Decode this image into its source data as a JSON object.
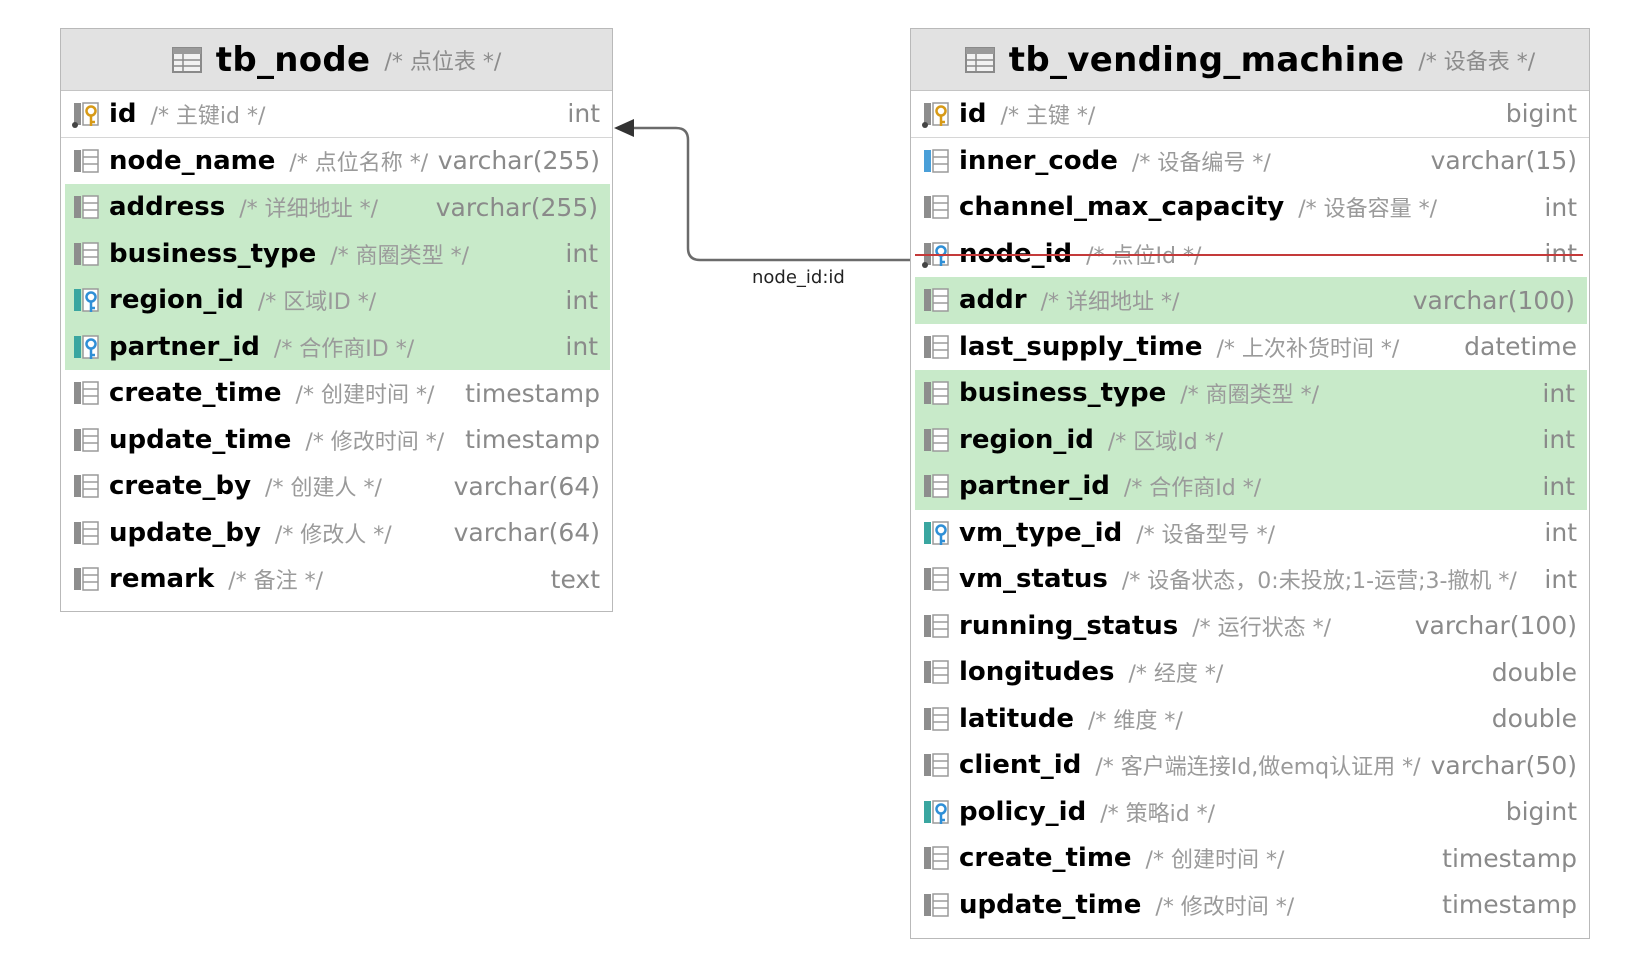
{
  "tables": [
    {
      "name": "tb_node",
      "comment": "/* 点位表 */",
      "columns": [
        {
          "name": "id",
          "comment": "/* 主键id */",
          "type": "int",
          "icon": "primary-key-icon",
          "highlight": false,
          "separator": true,
          "struck": false
        },
        {
          "name": "node_name",
          "comment": "/* 点位名称 */",
          "type": "varchar(255)",
          "icon": "column-icon",
          "highlight": false,
          "separator": false,
          "struck": false
        },
        {
          "name": "address",
          "comment": "/* 详细地址 */",
          "type": "varchar(255)",
          "icon": "column-icon",
          "highlight": true,
          "separator": false,
          "struck": false
        },
        {
          "name": "business_type",
          "comment": "/* 商圈类型 */",
          "type": "int",
          "icon": "column-icon",
          "highlight": true,
          "separator": false,
          "struck": false
        },
        {
          "name": "region_id",
          "comment": "/* 区域ID */",
          "type": "int",
          "icon": "index-column-icon",
          "highlight": true,
          "separator": false,
          "struck": false
        },
        {
          "name": "partner_id",
          "comment": "/* 合作商ID */",
          "type": "int",
          "icon": "index-column-icon",
          "highlight": true,
          "separator": false,
          "struck": false
        },
        {
          "name": "create_time",
          "comment": "/* 创建时间 */",
          "type": "timestamp",
          "icon": "column-icon",
          "highlight": false,
          "separator": false,
          "struck": false
        },
        {
          "name": "update_time",
          "comment": "/* 修改时间 */",
          "type": "timestamp",
          "icon": "column-icon",
          "highlight": false,
          "separator": false,
          "struck": false
        },
        {
          "name": "create_by",
          "comment": "/* 创建人 */",
          "type": "varchar(64)",
          "icon": "column-icon",
          "highlight": false,
          "separator": false,
          "struck": false
        },
        {
          "name": "update_by",
          "comment": "/* 修改人 */",
          "type": "varchar(64)",
          "icon": "column-icon",
          "highlight": false,
          "separator": false,
          "struck": false
        },
        {
          "name": "remark",
          "comment": "/* 备注 */",
          "type": "text",
          "icon": "column-icon",
          "highlight": false,
          "separator": false,
          "struck": false
        }
      ]
    },
    {
      "name": "tb_vending_machine",
      "comment": "/* 设备表 */",
      "columns": [
        {
          "name": "id",
          "comment": "/* 主键 */",
          "type": "bigint",
          "icon": "primary-key-icon",
          "highlight": false,
          "separator": true,
          "struck": false
        },
        {
          "name": "inner_code",
          "comment": "/* 设备编号 */",
          "type": "varchar(15)",
          "icon": "unique-column-icon",
          "highlight": false,
          "separator": false,
          "struck": false
        },
        {
          "name": "channel_max_capacity",
          "comment": "/* 设备容量 */",
          "type": "int",
          "icon": "column-icon",
          "highlight": false,
          "separator": false,
          "struck": false
        },
        {
          "name": "node_id",
          "comment": "/* 点位Id */",
          "type": "int",
          "icon": "foreign-key-icon",
          "highlight": false,
          "separator": false,
          "struck": true
        },
        {
          "name": "addr",
          "comment": "/* 详细地址 */",
          "type": "varchar(100)",
          "icon": "column-icon",
          "highlight": true,
          "separator": false,
          "struck": false
        },
        {
          "name": "last_supply_time",
          "comment": "/* 上次补货时间 */",
          "type": "datetime",
          "icon": "column-icon",
          "highlight": false,
          "separator": false,
          "struck": false
        },
        {
          "name": "business_type",
          "comment": "/* 商圈类型 */",
          "type": "int",
          "icon": "column-icon",
          "highlight": true,
          "separator": false,
          "struck": false
        },
        {
          "name": "region_id",
          "comment": "/* 区域Id */",
          "type": "int",
          "icon": "column-icon",
          "highlight": true,
          "separator": false,
          "struck": false
        },
        {
          "name": "partner_id",
          "comment": "/* 合作商Id */",
          "type": "int",
          "icon": "column-icon",
          "highlight": true,
          "separator": false,
          "struck": false
        },
        {
          "name": "vm_type_id",
          "comment": "/* 设备型号 */",
          "type": "int",
          "icon": "index-column-icon",
          "highlight": false,
          "separator": false,
          "struck": false
        },
        {
          "name": "vm_status",
          "comment": "/* 设备状态，0:未投放;1-运营;3-撤机 */",
          "type": "int",
          "icon": "column-icon",
          "highlight": false,
          "separator": false,
          "struck": false
        },
        {
          "name": "running_status",
          "comment": "/* 运行状态 */",
          "type": "varchar(100)",
          "icon": "column-icon",
          "highlight": false,
          "separator": false,
          "struck": false
        },
        {
          "name": "longitudes",
          "comment": "/* 经度 */",
          "type": "double",
          "icon": "column-icon",
          "highlight": false,
          "separator": false,
          "struck": false
        },
        {
          "name": "latitude",
          "comment": "/* 维度 */",
          "type": "double",
          "icon": "column-icon",
          "highlight": false,
          "separator": false,
          "struck": false
        },
        {
          "name": "client_id",
          "comment": "/* 客户端连接Id,做emq认证用 */",
          "type": "varchar(50)",
          "icon": "column-icon",
          "highlight": false,
          "separator": false,
          "struck": false
        },
        {
          "name": "policy_id",
          "comment": "/* 策略id */",
          "type": "bigint",
          "icon": "index-column-icon",
          "highlight": false,
          "separator": false,
          "struck": false
        },
        {
          "name": "create_time",
          "comment": "/* 创建时间 */",
          "type": "timestamp",
          "icon": "column-icon",
          "highlight": false,
          "separator": false,
          "struck": false
        },
        {
          "name": "update_time",
          "comment": "/* 修改时间 */",
          "type": "timestamp",
          "icon": "column-icon",
          "highlight": false,
          "separator": false,
          "struck": false
        }
      ]
    }
  ],
  "relation": {
    "label": "node_id:id",
    "from_table": "tb_vending_machine",
    "from_column": "node_id",
    "to_table": "tb_node",
    "to_column": "id"
  },
  "colors": {
    "highlight_row": "#c8eac9",
    "header_bg": "#e2e2e2",
    "strike_line": "#c43a3a",
    "connector": "#6b6b6b"
  }
}
